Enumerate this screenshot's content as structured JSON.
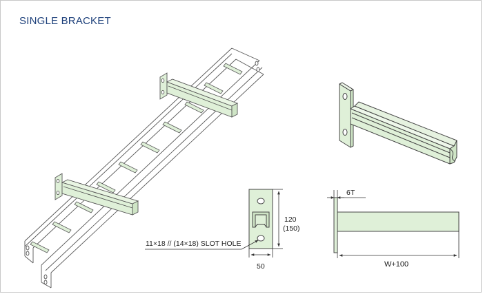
{
  "title": "SINGLE BRACKET",
  "labels": {
    "slot_hole": "11×18 // (14×18) SLOT HOLE",
    "height_main": "120",
    "height_alt": "(150)",
    "plate_width": "50",
    "thickness": "6T",
    "length": "W+100"
  },
  "colors": {
    "fill": "#dff0d8",
    "line": "#4a4a4a",
    "title": "#1c3f7a",
    "frame": "#c8c8c8"
  }
}
